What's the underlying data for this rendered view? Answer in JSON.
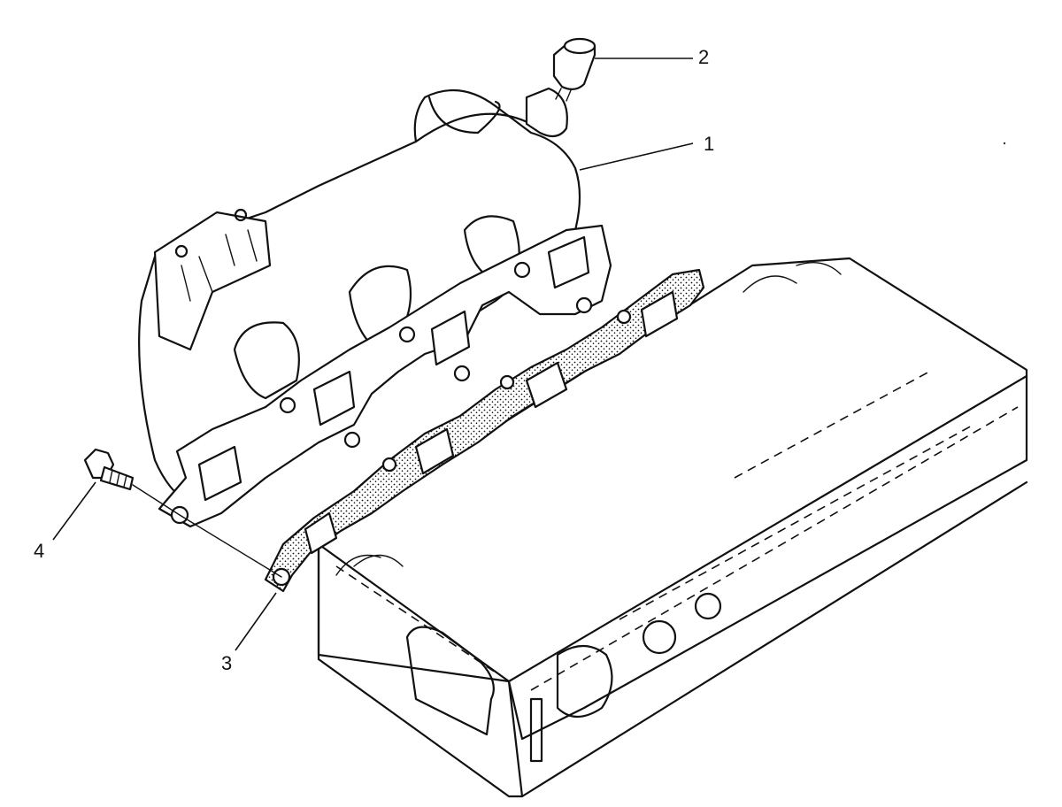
{
  "callouts": [
    {
      "id": "1",
      "label": "1"
    },
    {
      "id": "2",
      "label": "2"
    },
    {
      "id": "3",
      "label": "3"
    },
    {
      "id": "4",
      "label": "4"
    }
  ],
  "colors": {
    "line": "#111111",
    "background": "#ffffff",
    "gasket_fill": "#d8d8d8"
  }
}
